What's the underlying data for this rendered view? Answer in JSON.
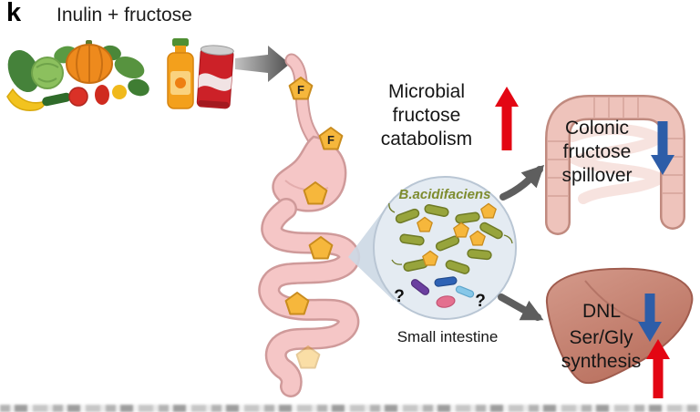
{
  "panel_label": "k",
  "title": "Inulin + fructose",
  "labels": {
    "microbial_catabolism": "Microbial\nfructose\ncatabolism",
    "colonic_spillover": "Colonic\nfructose\nspillover",
    "dnl": "DNL",
    "ser_gly_synthesis": "Ser/Gly\nsynthesis",
    "bacteria_species": "B.acidifaciens",
    "small_intestine": "Small intestine",
    "fructose_marker": "F",
    "unknown_marker": "?"
  },
  "colors": {
    "up_arrow_red": "#e30613",
    "down_arrow_blue": "#2d5da8",
    "tract_pink": "#f5c6c6",
    "tract_outline": "#cf9a9a",
    "pentagon_orange": "#f6b73c",
    "bacteria_olive": "#97a43c",
    "species_label_olive": "#7e8c2f",
    "magnifier_circle_fill": "#e4ebf2",
    "liver_brown": "#cb8e80",
    "connector_gray": "#666666"
  }
}
